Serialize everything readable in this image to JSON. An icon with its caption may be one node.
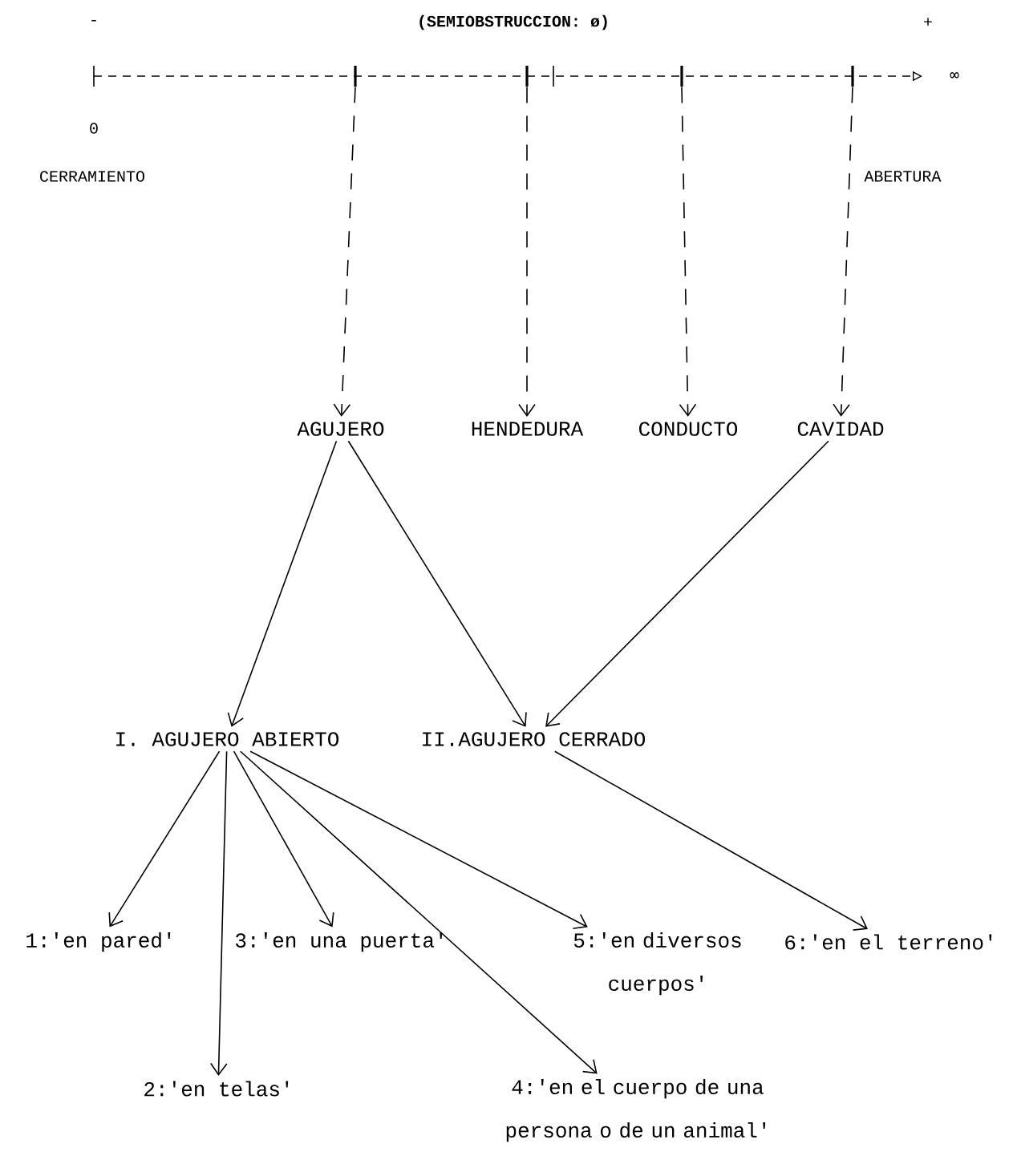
{
  "diagram": {
    "nodes": [
      {
        "text": [
          "AGUJERO"
        ]
      },
      {
        "text": [
          "HENDEDURA"
        ]
      },
      {
        "text": [
          "CONDUCTO"
        ]
      },
      {
        "text": [
          "CAVIDAD"
        ]
      },
      {
        "text": [
          "I. AGUJERO ABIERTO"
        ]
      },
      {
        "text": [
          "II.AGUJERO CERRADO"
        ]
      },
      {
        "text": [
          "1:'en pared'"
        ]
      },
      {
        "text": [
          "2:'en telas'"
        ]
      },
      {
        "text": [
          "3:'en una puerta'"
        ]
      },
      {
        "text": [
          "4:'en el cuerpo de una persona o de un animal'"
        ]
      },
      {
        "text": [
          "5:'en diversos cuerpos'"
        ]
      },
      {
        "text": [
          "6:'en el terreno'"
        ]
      },
      {
        "text": [],
        "shape": "bar"
      },
      {
        "text": [],
        "shape": "bar"
      },
      {
        "text": [],
        "shape": "bar"
      },
      {
        "text": [],
        "shape": "bar"
      }
    ],
    "edges": [
      {
        "from": 12,
        "to": 0,
        "arrow": "to",
        "style": "dashed"
      },
      {
        "from": 13,
        "to": 1,
        "arrow": "to",
        "style": "dashed"
      },
      {
        "from": 14,
        "to": 2,
        "arrow": "to",
        "style": "dashed"
      },
      {
        "from": 15,
        "to": 3,
        "arrow": "to",
        "style": "dashed"
      },
      {
        "from": 0,
        "to": 4,
        "arrow": "to"
      },
      {
        "from": 0,
        "to": 5,
        "arrow": "to"
      },
      {
        "from": 3,
        "to": 5,
        "arrow": "to"
      },
      {
        "from": 4,
        "to": 6,
        "arrow": "to"
      },
      {
        "from": 4,
        "to": 7,
        "arrow": "to"
      },
      {
        "from": 4,
        "to": 8,
        "arrow": "to"
      },
      {
        "from": 4,
        "to": 9,
        "arrow": "to"
      },
      {
        "from": 4,
        "to": 10,
        "arrow": "to"
      },
      {
        "from": 5,
        "to": 11,
        "arrow": "to"
      }
    ],
    "labels": [
      "-",
      "(SEMIOBSTRUCCION: ø)",
      "+",
      "∞",
      "0",
      "CERRAMIENTO",
      "ABERTURA"
    ]
  }
}
